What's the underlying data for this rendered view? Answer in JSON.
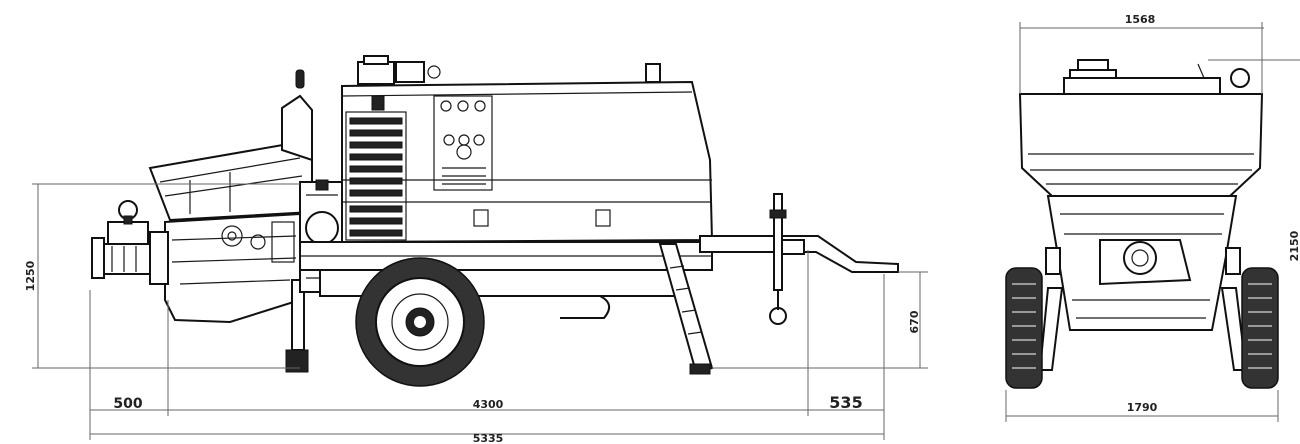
{
  "side_view": {
    "dim_left_overhang": "500",
    "dim_wheelbase": "4300",
    "dim_right_overhang": "535",
    "dim_total_length": "5335",
    "dim_height_hopper": "1250",
    "dim_hitch_height": "670"
  },
  "front_view": {
    "dim_top_width": "1568",
    "dim_track_width": "1790",
    "dim_side_height": "2150"
  }
}
